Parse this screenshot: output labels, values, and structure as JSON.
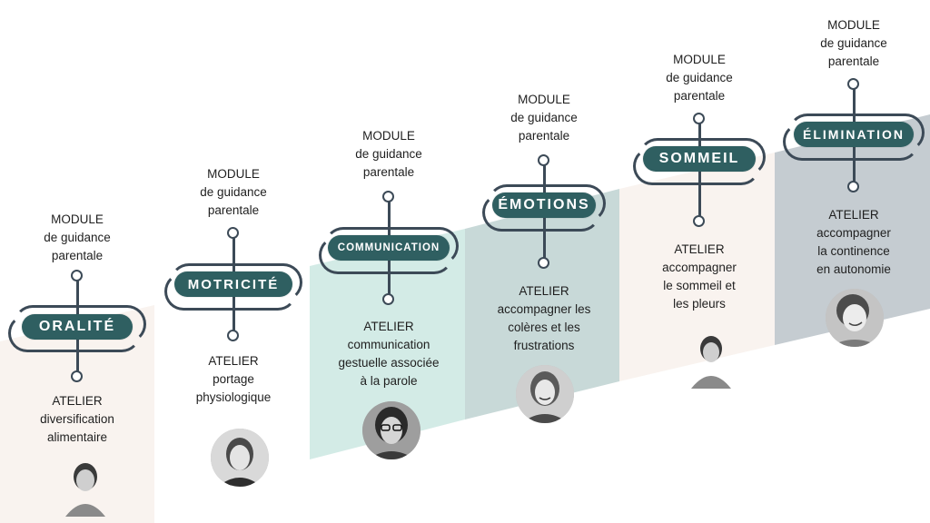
{
  "steps": [
    {
      "id": "oralite",
      "title": "ORALITÉ",
      "module": [
        "MODULE",
        "de guidance",
        "parentale"
      ],
      "atelier": [
        "ATELIER",
        "diversification",
        "alimentaire"
      ],
      "band_color": "#f9f3ef",
      "avatar": "woman-short-hair-photo"
    },
    {
      "id": "motricite",
      "title": "MOTRICITÉ",
      "module": [
        "MODULE",
        "de guidance",
        "parentale"
      ],
      "atelier": [
        "ATELIER",
        "portage",
        "physiologique"
      ],
      "band_color": "#ffffff",
      "avatar": "woman-hair-back-photo"
    },
    {
      "id": "communication",
      "title": "COMMUNICATION",
      "module": [
        "MODULE",
        "de guidance",
        "parentale"
      ],
      "atelier": [
        "ATELIER",
        "communication",
        "gestuelle associée",
        "à la parole"
      ],
      "band_color": "#d3ebe6",
      "avatar": "woman-glasses-photo"
    },
    {
      "id": "emotions",
      "title": "ÉMOTIONS",
      "module": [
        "MODULE",
        "de guidance",
        "parentale"
      ],
      "atelier": [
        "ATELIER",
        "accompagner les",
        "colères et les",
        "frustrations"
      ],
      "band_color": "#c8d9d8",
      "avatar": "woman-smiling-photo"
    },
    {
      "id": "sommeil",
      "title": "SOMMEIL",
      "module": [
        "MODULE",
        "de guidance",
        "parentale"
      ],
      "atelier": [
        "ATELIER",
        "accompagner",
        "le sommeil et",
        "les pleurs"
      ],
      "band_color": "#f9f3ef",
      "avatar": "woman-short-hair-photo"
    },
    {
      "id": "elimination",
      "title": "ÉLIMINATION",
      "module": [
        "MODULE",
        "de guidance",
        "parentale"
      ],
      "atelier": [
        "ATELIER",
        "accompagner",
        "la continence",
        "en autonomie"
      ],
      "band_color": "#c5ccd1",
      "avatar": "woman-tilted-head-photo"
    }
  ],
  "colors": {
    "pill": "#2f5f61",
    "line": "#3c4a57",
    "text": "#1f1f1f"
  }
}
